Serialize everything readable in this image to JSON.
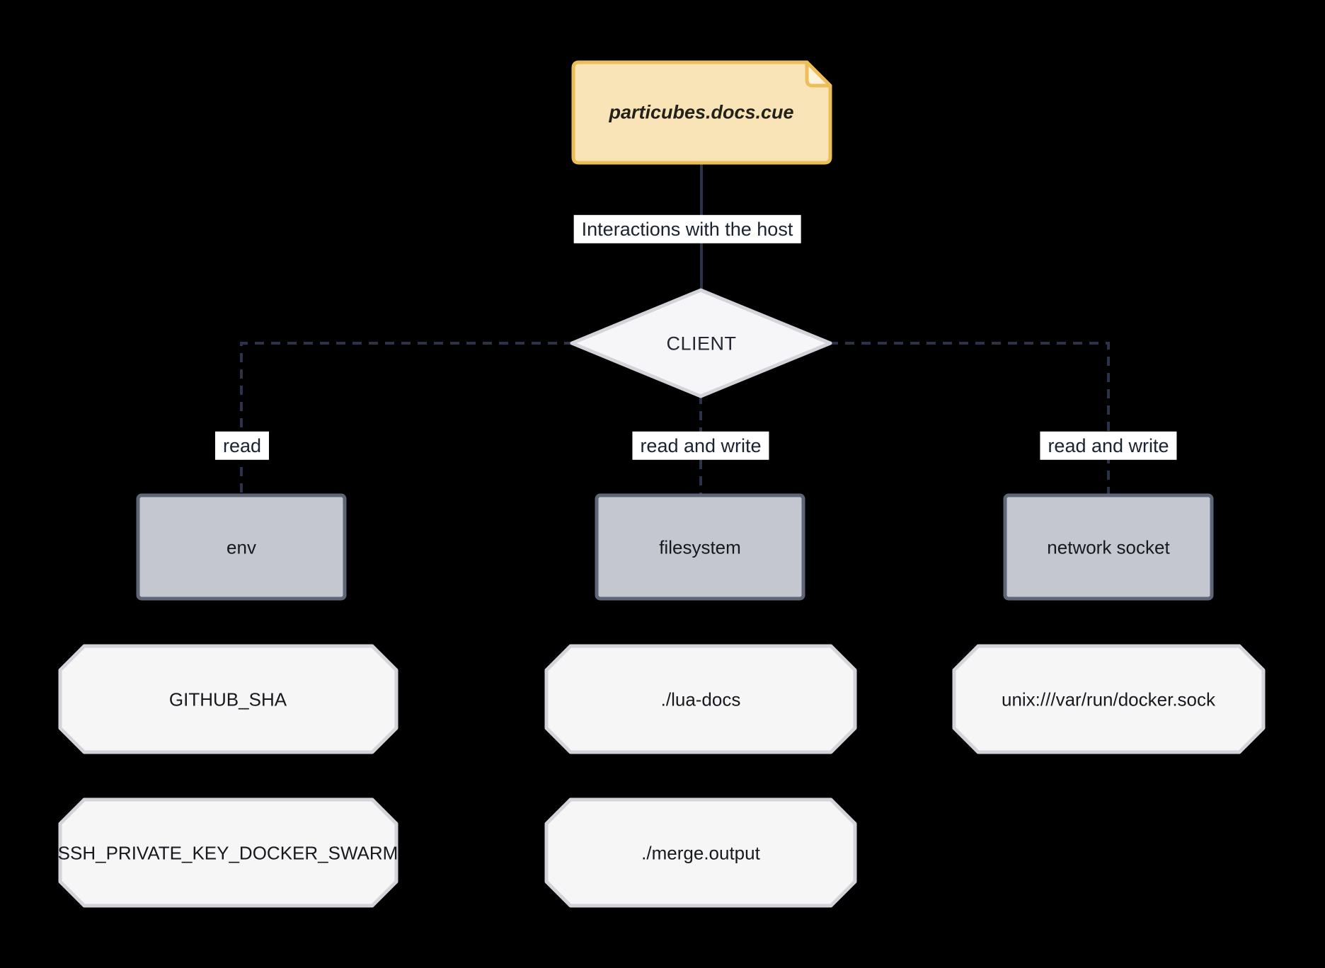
{
  "nodes": {
    "document": {
      "label": "particubes.docs.cue"
    },
    "client": {
      "label": "CLIENT"
    },
    "env": {
      "label": "env"
    },
    "filesystem": {
      "label": "filesystem"
    },
    "network_socket": {
      "label": "network socket"
    },
    "github_sha": {
      "label": "GITHUB_SHA"
    },
    "ssh_private_key": {
      "label": "SSH_PRIVATE_KEY_DOCKER_SWARM"
    },
    "lua_docs": {
      "label": "./lua-docs"
    },
    "merge_output": {
      "label": "./merge.output"
    },
    "docker_socket": {
      "label": "unix:///var/run/docker.sock"
    }
  },
  "edges": {
    "host_interaction": {
      "label": "Interactions with the host"
    },
    "env_read": {
      "label": "read"
    },
    "fs_read_write": {
      "label": "read and write"
    },
    "net_read_write": {
      "label": "read and write"
    }
  },
  "colors": {
    "background": "#000000",
    "document_fill": "#f9e4b7",
    "document_border": "#edbe57",
    "document_fold_fill": "#fdf3da",
    "decision_fill": "#f6f6f8",
    "decision_border": "#d3d3da",
    "resource_fill": "#c4c7cf",
    "resource_border": "#5f6678",
    "value_fill": "#f6f6f7",
    "value_border": "#d3d3da",
    "edge_line": "#2b3249",
    "label_background": "#ffffff",
    "text": "#171a20"
  }
}
